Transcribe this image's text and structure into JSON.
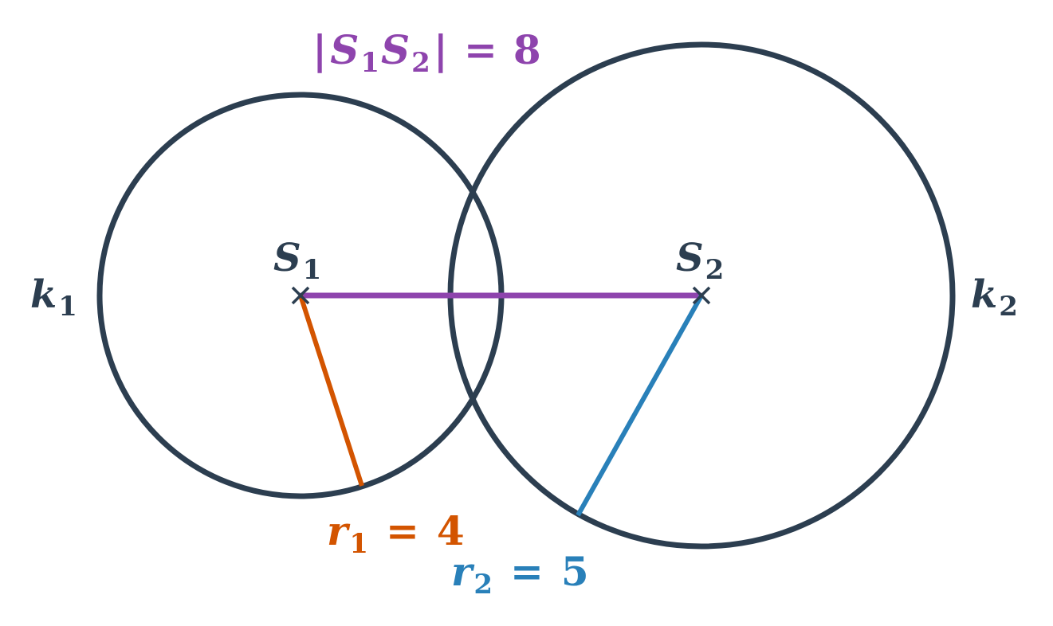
{
  "colors": {
    "circle": "#2c3e50",
    "distance": "#8e44ad",
    "radius1": "#d35400",
    "radius2": "#2980b9",
    "background": "#ffffff"
  },
  "labels": {
    "center1": {
      "main": "S",
      "sub": "1"
    },
    "center2": {
      "main": "S",
      "sub": "2"
    },
    "circle1": {
      "main": "k",
      "sub": "1"
    },
    "circle2": {
      "main": "k",
      "sub": "2"
    },
    "distance": {
      "bar_left": "|",
      "s1_main": "S",
      "s1_sub": "1",
      "s2_main": "S",
      "s2_sub": "2",
      "bar_right": "|",
      "equals": "=",
      "value": "8"
    },
    "radius1": {
      "main": "r",
      "sub": "1",
      "equals": "=",
      "value": "4"
    },
    "radius2": {
      "main": "r",
      "sub": "2",
      "equals": "=",
      "value": "5"
    }
  },
  "icons": {
    "center1_marker": "cross-mark-icon",
    "center2_marker": "cross-mark-icon"
  }
}
